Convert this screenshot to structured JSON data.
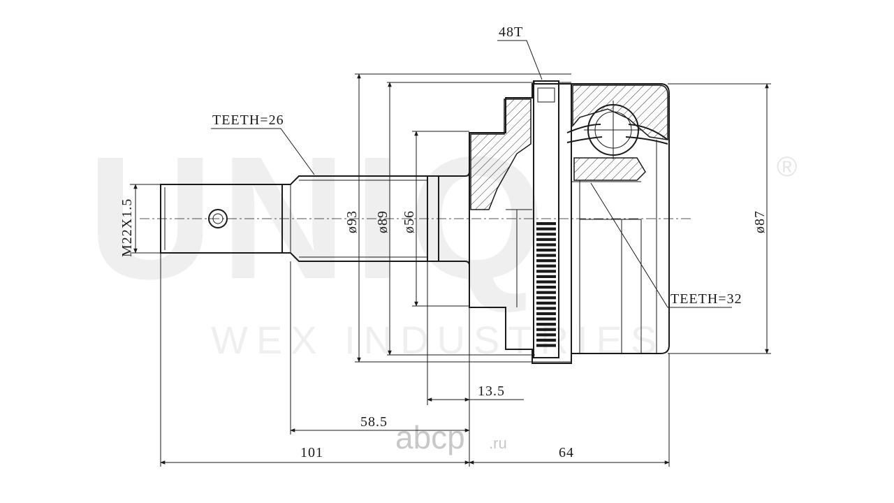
{
  "watermark": {
    "brand": "UNIQ",
    "tagline": "WEX INDUSTRIES",
    "registered": "®",
    "site": "abcp",
    "site_tld": ".ru"
  },
  "labels": {
    "teeth_48": "48T",
    "teeth_26": "TEETH=26",
    "teeth_32": "TEETH=32",
    "thread": "M22X1.5",
    "dia_93": "ø93",
    "dia_89": "ø89",
    "dia_56": "ø56",
    "dia_87": "ø87",
    "len_13_5": "13.5",
    "len_58_5": "58.5",
    "len_101": "101",
    "len_64": "64"
  }
}
